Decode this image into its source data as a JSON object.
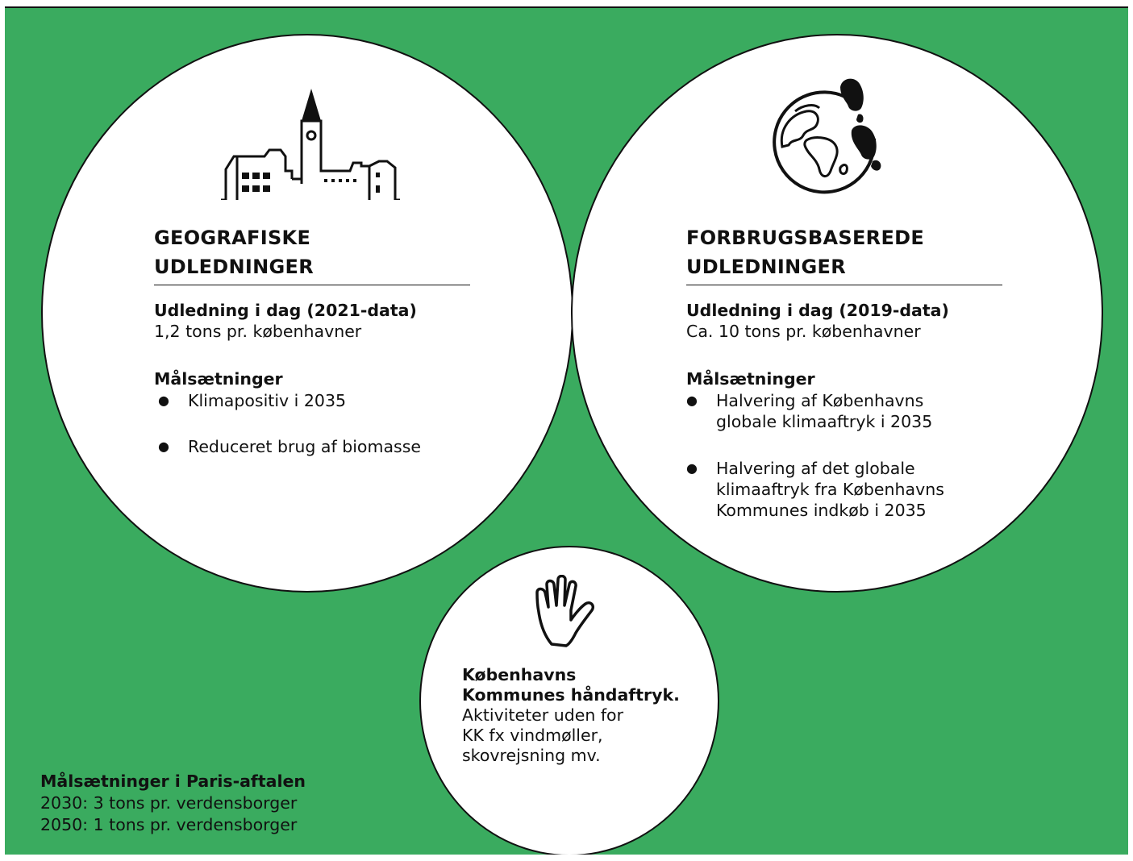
{
  "left": {
    "heading_1": "GEOGRAFISKE",
    "heading_2": "UDLEDNINGER",
    "today_label": "Udledning i dag (2021-data)",
    "today_value": "1,2 tons pr. københavner",
    "goals_label": "Målsætninger",
    "goals": [
      {
        "line1": "Klimapositiv i 2035"
      },
      {
        "line1": "Reduceret brug af biomasse"
      }
    ]
  },
  "right": {
    "heading_1": "FORBRUGSBASEREDE",
    "heading_2": "UDLEDNINGER",
    "today_label": "Udledning i dag (2019-data)",
    "today_value": "Ca. 10 tons pr. københavner",
    "goals_label": "Målsætninger",
    "goals": [
      {
        "line1": "Halvering af Københavns",
        "line2": "globale klimaaftryk i 2035"
      },
      {
        "line1": "Halvering af det globale",
        "line2": "klimaaftryk fra Københavns",
        "line3": "Kommunes indkøb i 2035"
      }
    ]
  },
  "handprint": {
    "title_1": "Københavns",
    "title_2": "Kommunes håndaftryk.",
    "line_1": "Aktiviteter uden for",
    "line_2": "KK fx vindmøller,",
    "line_3": "skovrejsning mv."
  },
  "paris": {
    "title": "Målsætninger i Paris-aftalen",
    "line_2030": "2030: 3 tons pr. verdensborger",
    "line_2050": "2050: 1 tons pr. verdensborger"
  },
  "icons": {
    "town": "town-skyline-icon",
    "globe": "globe-footprint-icon",
    "hand": "hand-icon",
    "bullet": "bullet-icon"
  },
  "colors": {
    "background": "#3aab5f",
    "circle": "#ffffff",
    "ink": "#111111"
  }
}
